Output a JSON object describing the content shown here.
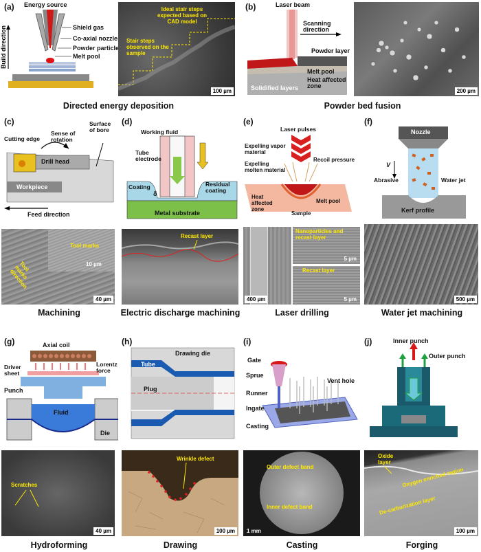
{
  "panels": {
    "a": {
      "label": "(a)",
      "title": "Directed energy deposition",
      "build_direction": "Build direction",
      "energy_source": "Energy source",
      "shield_gas": "Shield gas",
      "nozzles": "Co-axial nozzles",
      "powder": "Powder particles",
      "melt_pool": "Melt pool",
      "ideal": "Ideal stair steps expected based on CAD model",
      "observed": "Stair steps observed on the sample",
      "scale": "100 µm"
    },
    "b": {
      "label": "(b)",
      "title": "Powder bed fusion",
      "laser": "Laser beam",
      "scanning": "Scanning direction",
      "powder_layer": "Powder layer",
      "melt_pool": "Melt pool",
      "haz": "Heat affected zone",
      "solidified": "Solidified layers",
      "scale": "200 µm"
    },
    "c": {
      "label": "(c)",
      "title": "Machining",
      "cutting_edge": "Cutting edge",
      "rotation": "Sense of rotation",
      "surface": "Surface of bore",
      "drill_head": "Drill head",
      "workpiece": "Workpiece",
      "feed": "Feed direction",
      "tool_marks": "Tool marks",
      "tool_marks_dir": "Tool marks direction",
      "scale_small": "10 µm",
      "scale": "40 µm"
    },
    "d": {
      "label": "(d)",
      "title": "Electric discharge machining",
      "fluid": "Working fluid",
      "tube": "Tube electrode",
      "coating": "Coating",
      "residual": "Residual coating",
      "delta": "δ",
      "substrate": "Metal substrate",
      "recast": "Recast layer"
    },
    "e": {
      "label": "(e)",
      "title": "Laser drilling",
      "pulses": "Laser pulses",
      "vapor": "Expelling vapor material",
      "recoil": "Recoil pressure",
      "molten": "Expelling molten material",
      "haz": "Heat affected zone",
      "sample": "Sample",
      "melt_pool": "Melt pool",
      "nano": "Nanoparticles and recast layer",
      "recast": "Recast layer",
      "scale_big": "400 µm",
      "scale_a": "5 µm",
      "scale_b": "5 µm"
    },
    "f": {
      "label": "(f)",
      "title": "Water jet machining",
      "nozzle": "Nozzle",
      "v": "V",
      "abrasive": "Abrasive",
      "water_jet": "Water jet",
      "kerf": "Kerf profile",
      "scale": "500 µm"
    },
    "g": {
      "label": "(g)",
      "title": "Hydroforming",
      "coil": "Axial coil",
      "driver": "Driver sheet",
      "lorentz": "Lorentz force",
      "punch": "Punch",
      "fluid": "Fluid",
      "die": "Die",
      "scratches": "Scratches",
      "scale": "40 µm"
    },
    "h": {
      "label": "(h)",
      "title": "Drawing",
      "die": "Drawing die",
      "tube": "Tube",
      "plug": "Plug",
      "wrinkle": "Wrinkle defect",
      "scale": "100 µm"
    },
    "i": {
      "label": "(i)",
      "title": "Casting",
      "gate": "Gate",
      "sprue": "Sprue",
      "runner": "Runner",
      "ingate": "Ingate",
      "casting": "Casting",
      "vent": "Vent hole",
      "outer": "Outer defect band",
      "inner": "Inner defect band",
      "scale": "1 mm"
    },
    "j": {
      "label": "(j)",
      "title": "Forging",
      "inner_punch": "Inner punch",
      "outer_punch": "Outer punch",
      "oxide": "Oxide layer",
      "oxygen": "Oxygen enriched region",
      "decarb": "De-carburization layer",
      "scale": "100 µm"
    }
  }
}
